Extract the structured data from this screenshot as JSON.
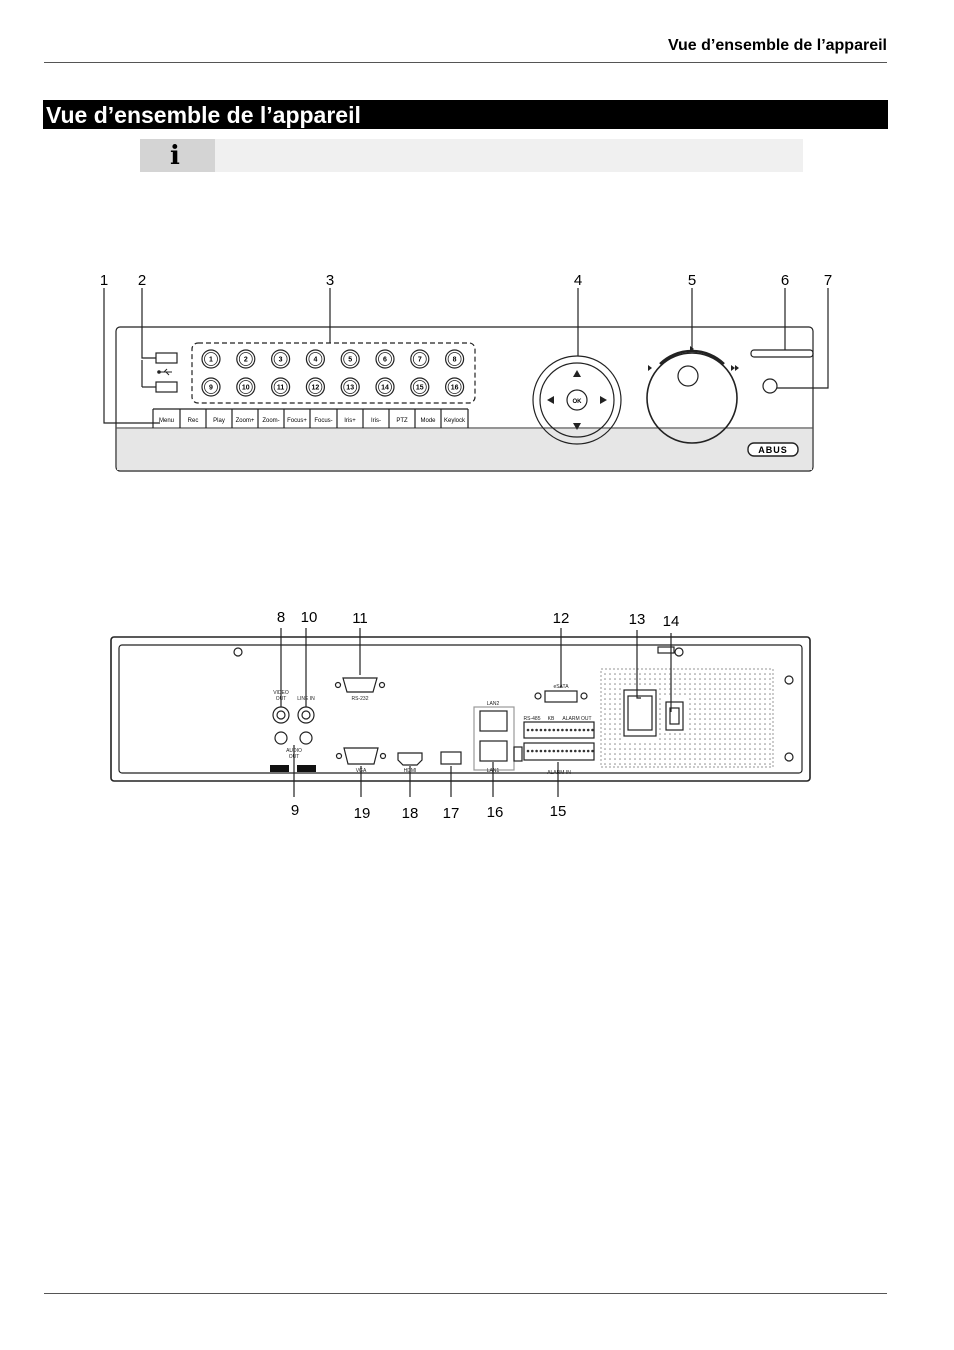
{
  "header": {
    "running_title": "Vue d’ensemble de l’appareil"
  },
  "section": {
    "title": "Vue d’ensemble de l’appareil"
  },
  "info_note": {
    "icon": "info-icon",
    "glyph": "i",
    "text": ""
  },
  "front_panel": {
    "callouts": [
      "1",
      "2",
      "3",
      "4",
      "5",
      "6",
      "7"
    ],
    "channel_buttons": [
      "1",
      "2",
      "3",
      "4",
      "5",
      "6",
      "7",
      "8",
      "9",
      "10",
      "11",
      "12",
      "13",
      "14",
      "15",
      "16"
    ],
    "function_keys": [
      "Menu",
      "Rec",
      "Play",
      "Zoom+",
      "Zoom-",
      "Focus+",
      "Focus-",
      "Iris+",
      "Iris-",
      "PTZ",
      "Mode",
      "Keylock"
    ],
    "ok_label": "OK",
    "brand": "ABUS"
  },
  "rear_panel": {
    "callouts_top": [
      "8",
      "10",
      "11",
      "12",
      "13",
      "14"
    ],
    "callouts_bottom": [
      "9",
      "19",
      "18",
      "17",
      "16",
      "15"
    ],
    "port_labels": {
      "video_out_1": "VIDEO",
      "video_out_2": "OUT",
      "line_in": "LINE IN",
      "audio_out_1": "AUDIO",
      "audio_out_2": "OUT",
      "rs232": "RS-232",
      "esata": "eSATA",
      "lan2": "LAN2",
      "lan1": "LAN1",
      "vga": "VGA",
      "hdmi": "HDMI",
      "rs485": "RS-485",
      "kb": "KB",
      "alarm_out": "ALARM OUT",
      "alarm_in": "ALARM IN"
    }
  }
}
